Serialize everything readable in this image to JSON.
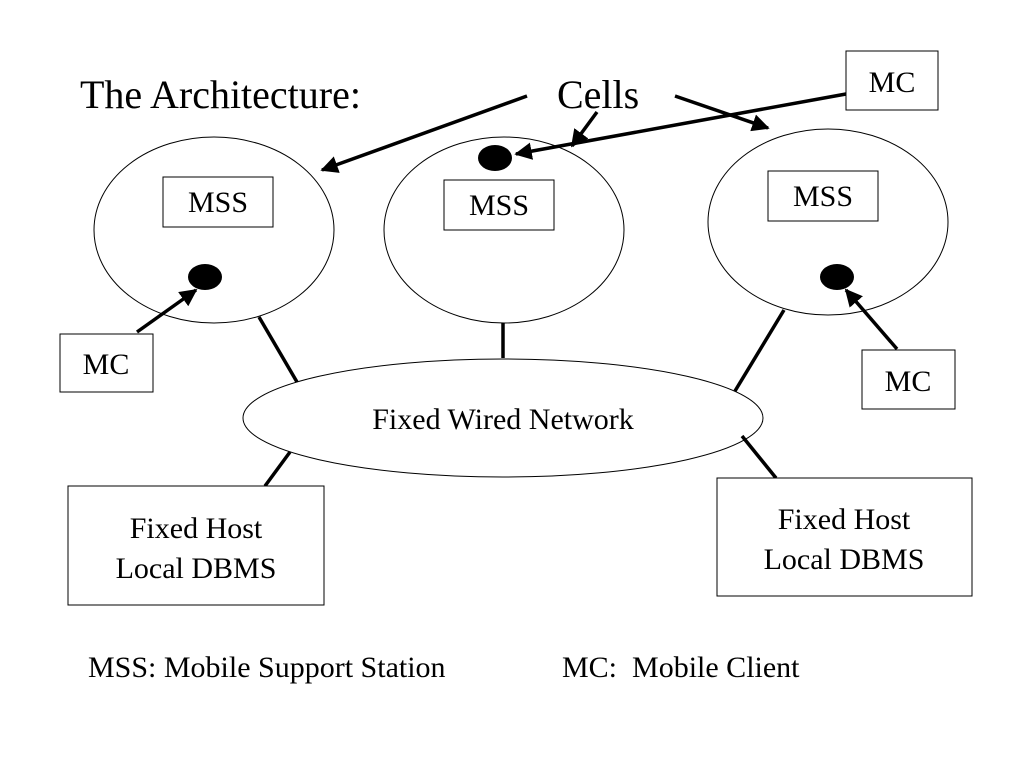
{
  "slide": {
    "title": "The Architecture:",
    "cells_label": "Cells"
  },
  "cells": [
    {
      "id": "left",
      "station_label": "MSS"
    },
    {
      "id": "middle",
      "station_label": "MSS"
    },
    {
      "id": "right",
      "station_label": "MSS"
    }
  ],
  "mobile_clients": [
    {
      "id": "top",
      "label": "MC"
    },
    {
      "id": "left",
      "label": "MC"
    },
    {
      "id": "right",
      "label": "MC"
    }
  ],
  "network": {
    "label": "Fixed Wired Network"
  },
  "fixed_hosts": [
    {
      "id": "left",
      "line1": "Fixed Host",
      "line2": "Local DBMS"
    },
    {
      "id": "right",
      "line1": "Fixed Host",
      "line2": "Local DBMS"
    }
  ],
  "legend": {
    "mss": "MSS: Mobile Support Station",
    "mc": "MC:  Mobile Client"
  }
}
